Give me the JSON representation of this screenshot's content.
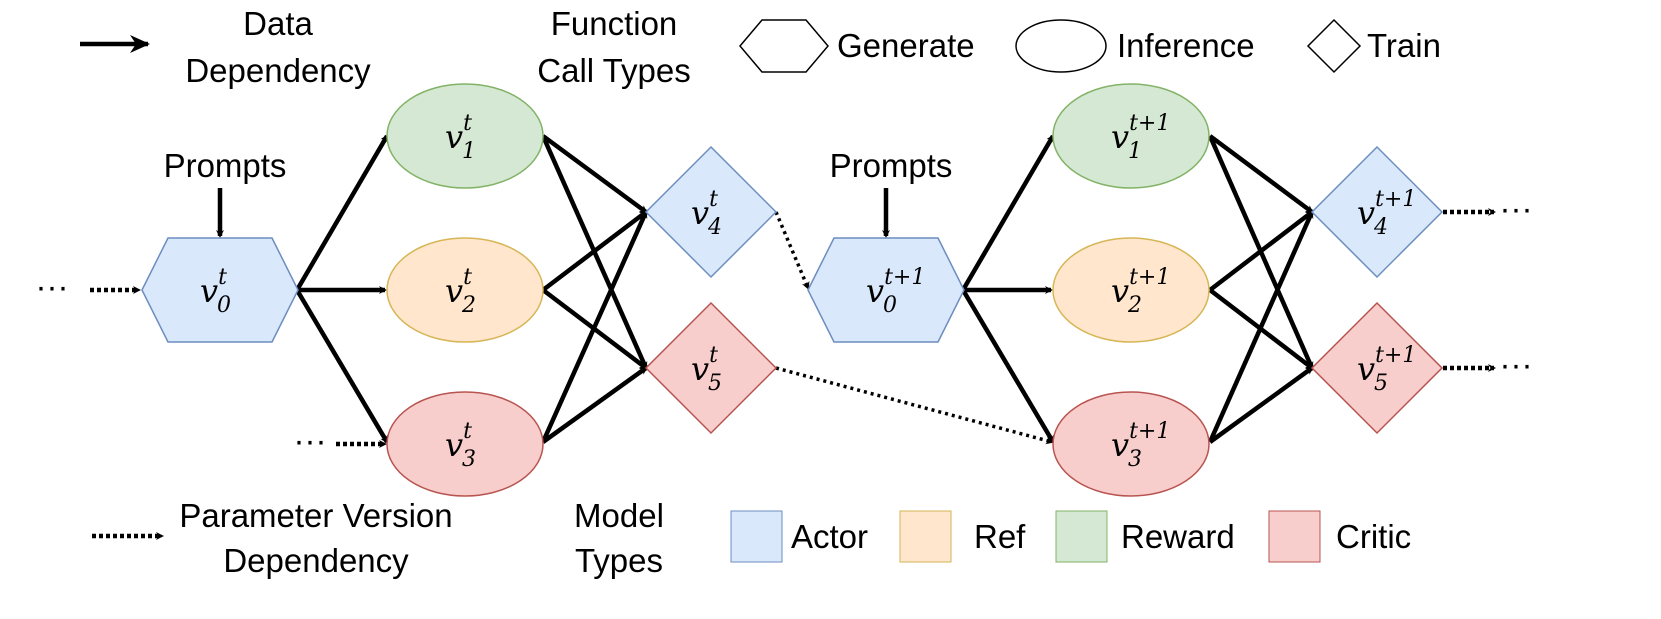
{
  "legend": {
    "data_dependency": [
      "Data",
      "Dependency"
    ],
    "parameter_version_dependency": [
      "Parameter Version",
      "Dependency"
    ],
    "function_call_types": [
      "Function",
      "Call Types"
    ],
    "model_types": [
      "Model",
      "Types"
    ],
    "call_types": {
      "generate": "Generate",
      "inference": "Inference",
      "train": "Train"
    },
    "models": {
      "actor": "Actor",
      "ref": "Ref",
      "reward": "Reward",
      "critic": "Critic"
    }
  },
  "colors": {
    "actor": {
      "fill": "#dae8fc",
      "stroke": "#6c8ebf"
    },
    "ref": {
      "fill": "#ffe6cc",
      "stroke": "#d6b656"
    },
    "reward": {
      "fill": "#d5e8d4",
      "stroke": "#82b366"
    },
    "critic": {
      "fill": "#f8cecc",
      "stroke": "#b85450"
    }
  },
  "labels": {
    "prompts": "Prompts",
    "ellipsis": "···"
  },
  "iterations": [
    {
      "superscript": "t",
      "nodes": [
        {
          "id": "v0",
          "base": "v",
          "sub": "0",
          "type": "generate",
          "model": "actor"
        },
        {
          "id": "v1",
          "base": "v",
          "sub": "1",
          "type": "inference",
          "model": "reward"
        },
        {
          "id": "v2",
          "base": "v",
          "sub": "2",
          "type": "inference",
          "model": "ref"
        },
        {
          "id": "v3",
          "base": "v",
          "sub": "3",
          "type": "inference",
          "model": "critic"
        },
        {
          "id": "v4",
          "base": "v",
          "sub": "4",
          "type": "train",
          "model": "actor"
        },
        {
          "id": "v5",
          "base": "v",
          "sub": "5",
          "type": "train",
          "model": "critic"
        }
      ]
    },
    {
      "superscript": "t+1",
      "nodes": [
        {
          "id": "v0",
          "base": "v",
          "sub": "0",
          "type": "generate",
          "model": "actor"
        },
        {
          "id": "v1",
          "base": "v",
          "sub": "1",
          "type": "inference",
          "model": "reward"
        },
        {
          "id": "v2",
          "base": "v",
          "sub": "2",
          "type": "inference",
          "model": "ref"
        },
        {
          "id": "v3",
          "base": "v",
          "sub": "3",
          "type": "inference",
          "model": "critic"
        },
        {
          "id": "v4",
          "base": "v",
          "sub": "4",
          "type": "train",
          "model": "actor"
        },
        {
          "id": "v5",
          "base": "v",
          "sub": "5",
          "type": "train",
          "model": "critic"
        }
      ]
    }
  ]
}
